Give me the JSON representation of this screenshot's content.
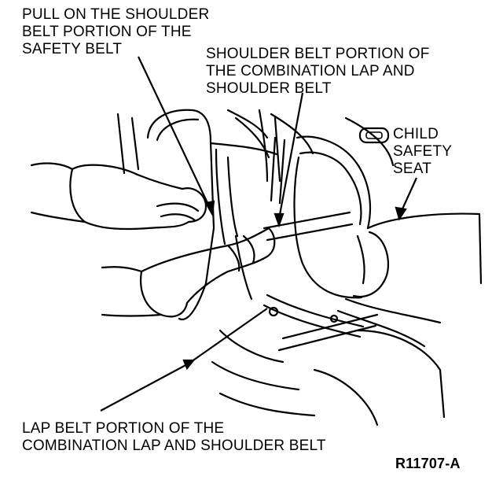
{
  "labels": {
    "pull_on_shoulder_belt": [
      "PULL ON THE SHOULDER",
      "BELT PORTION OF THE",
      "SAFETY BELT"
    ],
    "shoulder_belt_portion": [
      "SHOULDER BELT PORTION OF",
      "THE COMBINATION LAP AND",
      "SHOULDER BELT"
    ],
    "child_safety_seat": [
      "CHILD",
      "SAFETY",
      "SEAT"
    ],
    "lap_belt_portion": [
      "LAP BELT PORTION OF THE",
      "COMBINATION LAP AND SHOULDER BELT"
    ],
    "figure_code": "R11707-A"
  },
  "colors": {
    "ink": "#000000",
    "paper": "#ffffff"
  },
  "icons": [
    "child-seat-symbol-icon"
  ]
}
